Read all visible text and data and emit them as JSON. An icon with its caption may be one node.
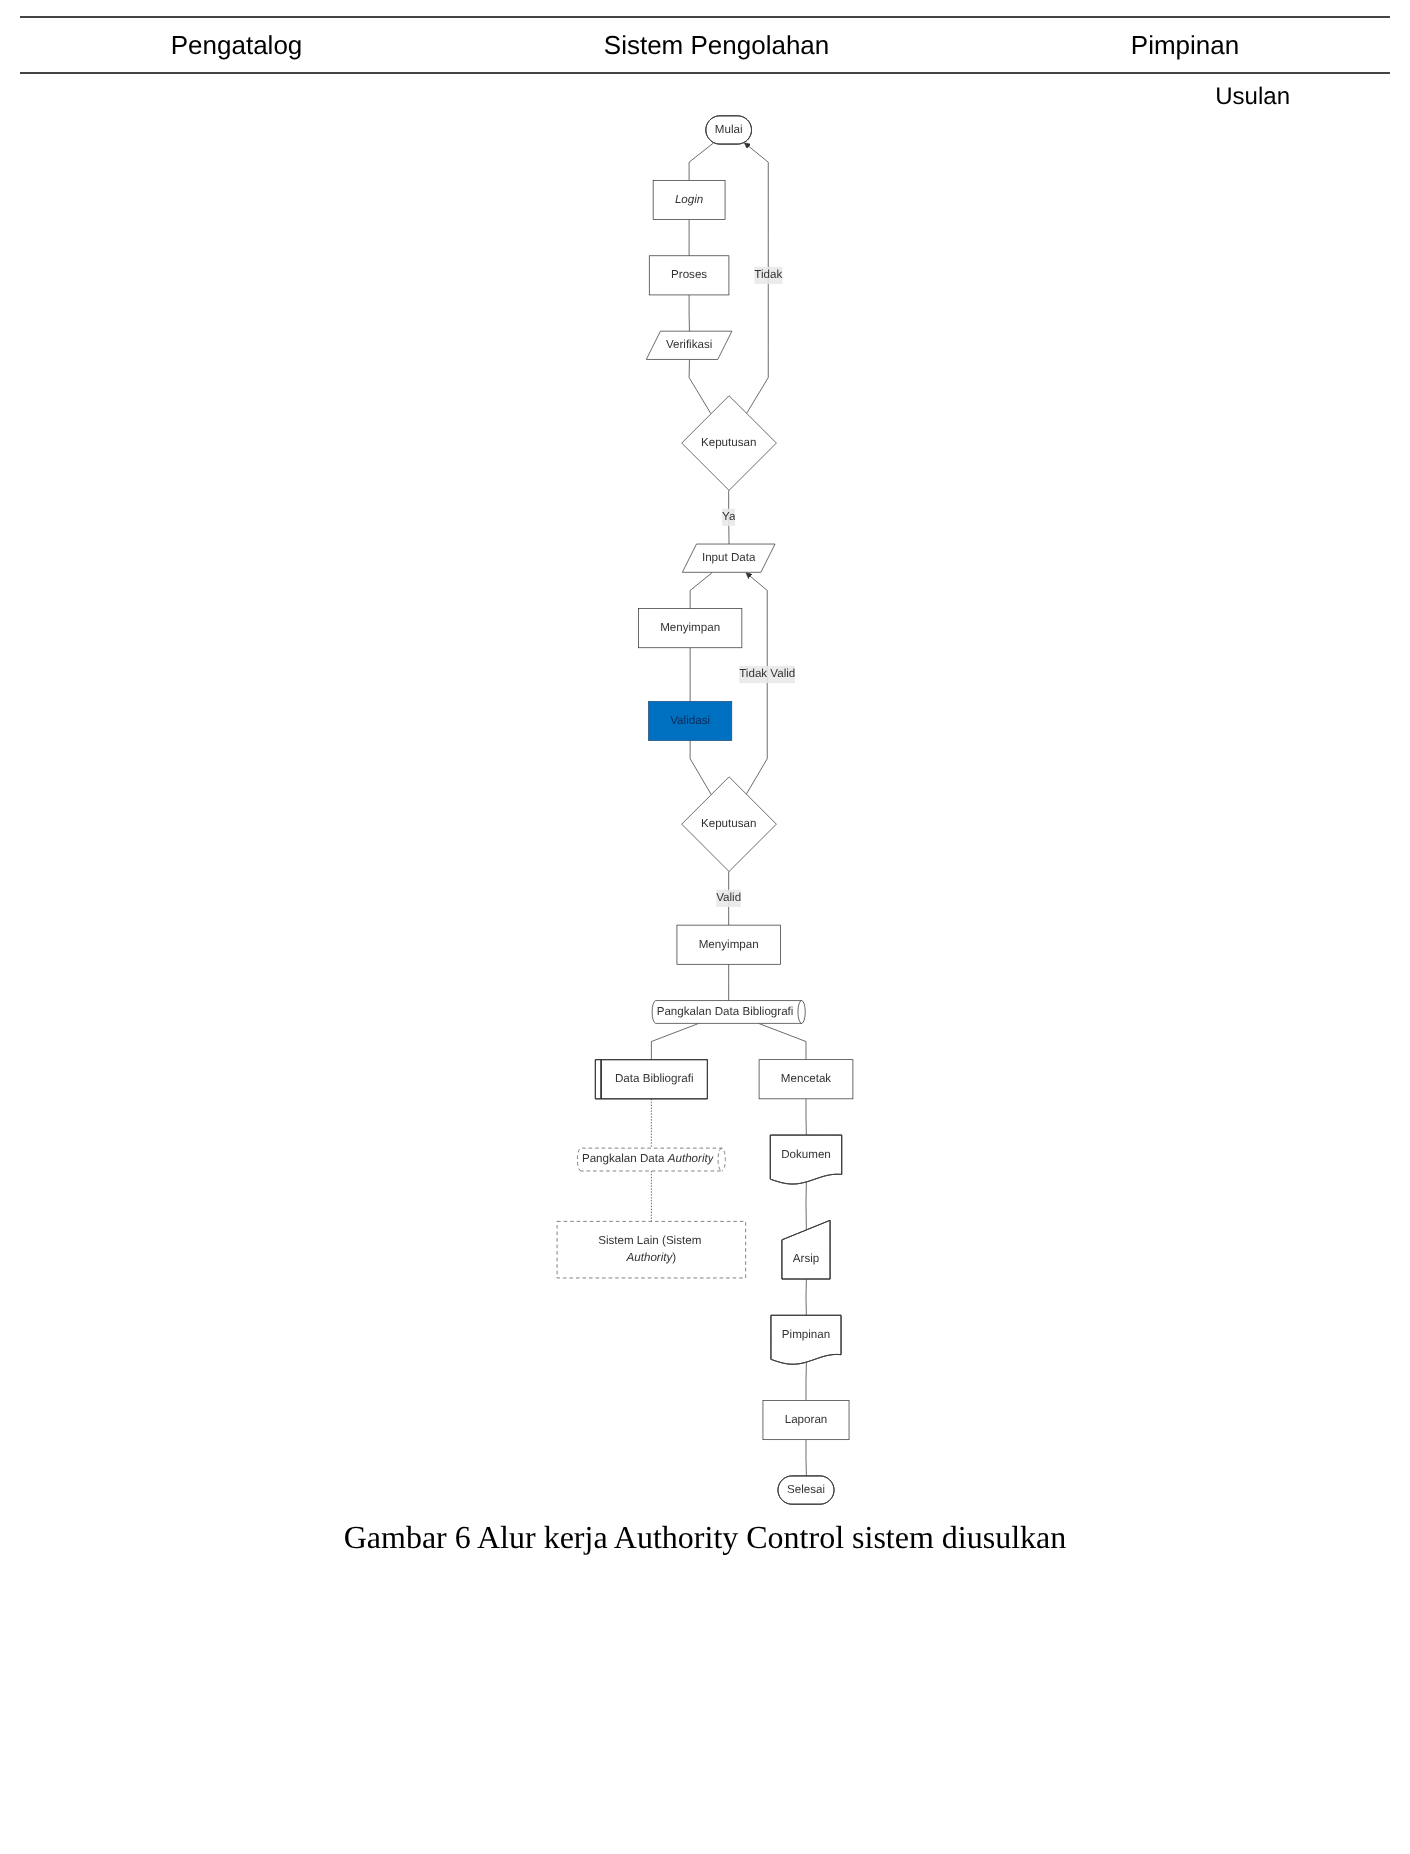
{
  "diagram": {
    "caption": "Gambar 6  Alur kerja Authority Control sistem diusulkan",
    "nodes": [
      {
        "text": [
          "Mulai"
        ]
      },
      {
        "text": [
          "Login"
        ]
      },
      {
        "text": [
          "Proses"
        ]
      },
      {
        "text": [
          "Verifikasi"
        ]
      },
      {
        "text": [
          "Keputusan"
        ]
      },
      {
        "text": [
          "Input Data"
        ]
      },
      {
        "text": [
          "Menyimpan"
        ]
      },
      {
        "text": [
          "Validasi"
        ]
      },
      {
        "text": [
          "Keputusan"
        ]
      },
      {
        "text": [
          "Menyimpan"
        ]
      },
      {
        "text": [
          "Pangkalan Data Bibliografi"
        ]
      },
      {
        "text": [
          "Data Bibliografi"
        ]
      },
      {
        "text": [
          "Mencetak"
        ]
      },
      {
        "text": [
          "Pangkalan Data *Authority*"
        ]
      },
      {
        "text": [
          "Dokumen"
        ]
      },
      {
        "text": [
          "Sistem Lain (Sistem *Authority*)"
        ]
      },
      {
        "text": [
          "Arsip"
        ]
      },
      {
        "text": [
          "Pimpinan"
        ]
      },
      {
        "text": [
          "Laporan"
        ]
      },
      {
        "text": [
          "Selesai"
        ]
      }
    ],
    "edges": [
      {
        "from": 0,
        "to": 1,
        "arrow": "none"
      },
      {
        "from": 1,
        "to": 2,
        "arrow": "none"
      },
      {
        "from": 2,
        "to": 3,
        "arrow": "none"
      },
      {
        "from": 3,
        "to": 4,
        "arrow": "none"
      },
      {
        "from": 4,
        "to": 0,
        "arrow": "to",
        "label": "Tidak"
      },
      {
        "from": 4,
        "to": 5,
        "arrow": "none",
        "label": "Ya"
      },
      {
        "from": 5,
        "to": 6,
        "arrow": "none"
      },
      {
        "from": 6,
        "to": 7,
        "arrow": "none"
      },
      {
        "from": 7,
        "to": 8,
        "arrow": "none"
      },
      {
        "from": 8,
        "to": 5,
        "arrow": "to",
        "label": "Tidak Valid"
      },
      {
        "from": 8,
        "to": 9,
        "arrow": "none",
        "label": "Valid"
      },
      {
        "from": 9,
        "to": 10,
        "arrow": "none"
      },
      {
        "from": 10,
        "to": 11,
        "arrow": "none"
      },
      {
        "from": 10,
        "to": 12,
        "arrow": "none"
      },
      {
        "from": 11,
        "to": 13,
        "arrow": "none",
        "style": "dashed"
      },
      {
        "from": 13,
        "to": 15,
        "arrow": "none",
        "style": "dashed"
      },
      {
        "from": 12,
        "to": 14,
        "arrow": "none"
      },
      {
        "from": 14,
        "to": 16,
        "arrow": "none"
      },
      {
        "from": 16,
        "to": 17,
        "arrow": "none"
      },
      {
        "from": 17,
        "to": 18,
        "arrow": "none"
      },
      {
        "from": 18,
        "to": 19,
        "arrow": "none"
      }
    ],
    "labels": [
      "Pengatalog",
      "Sistem Pengolahan",
      "Pimpinan",
      "Usulan"
    ]
  }
}
